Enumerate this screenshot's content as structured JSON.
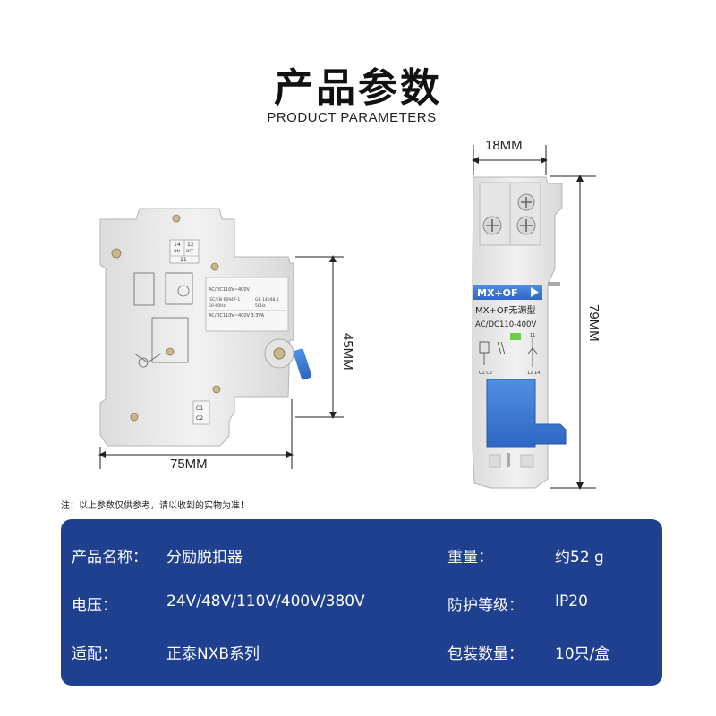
{
  "header": {
    "title": "产品参数",
    "subtitle": "PRODUCT PARAMETERS"
  },
  "dimensions": {
    "width": "75MM",
    "height": "45MM",
    "side_width": "18MM",
    "side_height": "79MM"
  },
  "product_label": {
    "badge": "MX+OF",
    "model": "MX+OF无源型",
    "voltage": "AC/DC110-400V",
    "side_text_line1": "AC/DC110V~400V",
    "side_text_line2": "IEC/EN 60947-1",
    "side_text_line3": "50-60Hz",
    "side_text_line4": "GB 14048.1",
    "side_text_line5": "50Hz",
    "side_text_line6": "AC/DC110V~400V   3.3VA",
    "terminal_14": "14",
    "terminal_12": "12",
    "terminal_on": "ON",
    "terminal_off": "OFF",
    "terminal_11": "11",
    "terminal_c1": "C1",
    "terminal_c2": "C2"
  },
  "note": "注：以上参数仅供参考，请以收到的实物为准！",
  "specs": {
    "name_label": "产品名称：",
    "name_value": "分励脱扣器",
    "weight_label": "重量：",
    "weight_value": "约52 g",
    "voltage_label": "电压：",
    "voltage_value": "24V/48V/110V/400V/380V",
    "protection_label": "防护等级：",
    "protection_value": "IP20",
    "fit_label": "适配：",
    "fit_value": "正泰NXB系列",
    "package_label": "包装数量：",
    "package_value": "10只/盒"
  },
  "colors": {
    "panel": "#1f3f8f",
    "accent_blue": "#3a7bd5",
    "device_body": "#ececec"
  }
}
